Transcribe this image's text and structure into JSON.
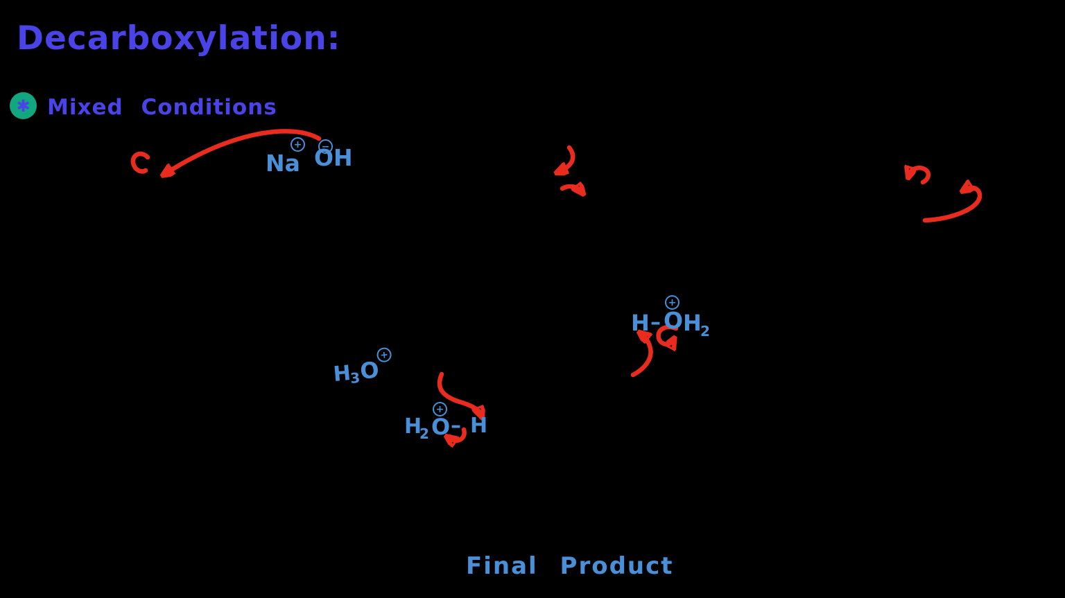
{
  "colors": {
    "background": "#000000",
    "title_ink": "#4a43e8",
    "chem_ink": "#4a90d8",
    "arrow_ink": "#e92c1e",
    "bullet_bg": "#12a77e"
  },
  "header": {
    "title": "Decarboxylation:"
  },
  "note": {
    "bullet_glyph": "✱",
    "label": "Mixed Conditions"
  },
  "species": {
    "naoh": {
      "na": "Na",
      "na_charge": "+",
      "oh": "OH",
      "oh_charge": "−"
    },
    "h3o": {
      "h": "H",
      "sub": "3",
      "o": "O",
      "charge": "+"
    },
    "h2o_h": {
      "h": "H",
      "sub": "2",
      "o": "O",
      "bond": "–",
      "h2": "H",
      "charge": "+"
    },
    "h_oh2": {
      "h": "H",
      "bond": "–",
      "o": "O",
      "h2": "H",
      "sub": "2",
      "charge": "+"
    }
  },
  "footer": {
    "label": "Final Product"
  }
}
